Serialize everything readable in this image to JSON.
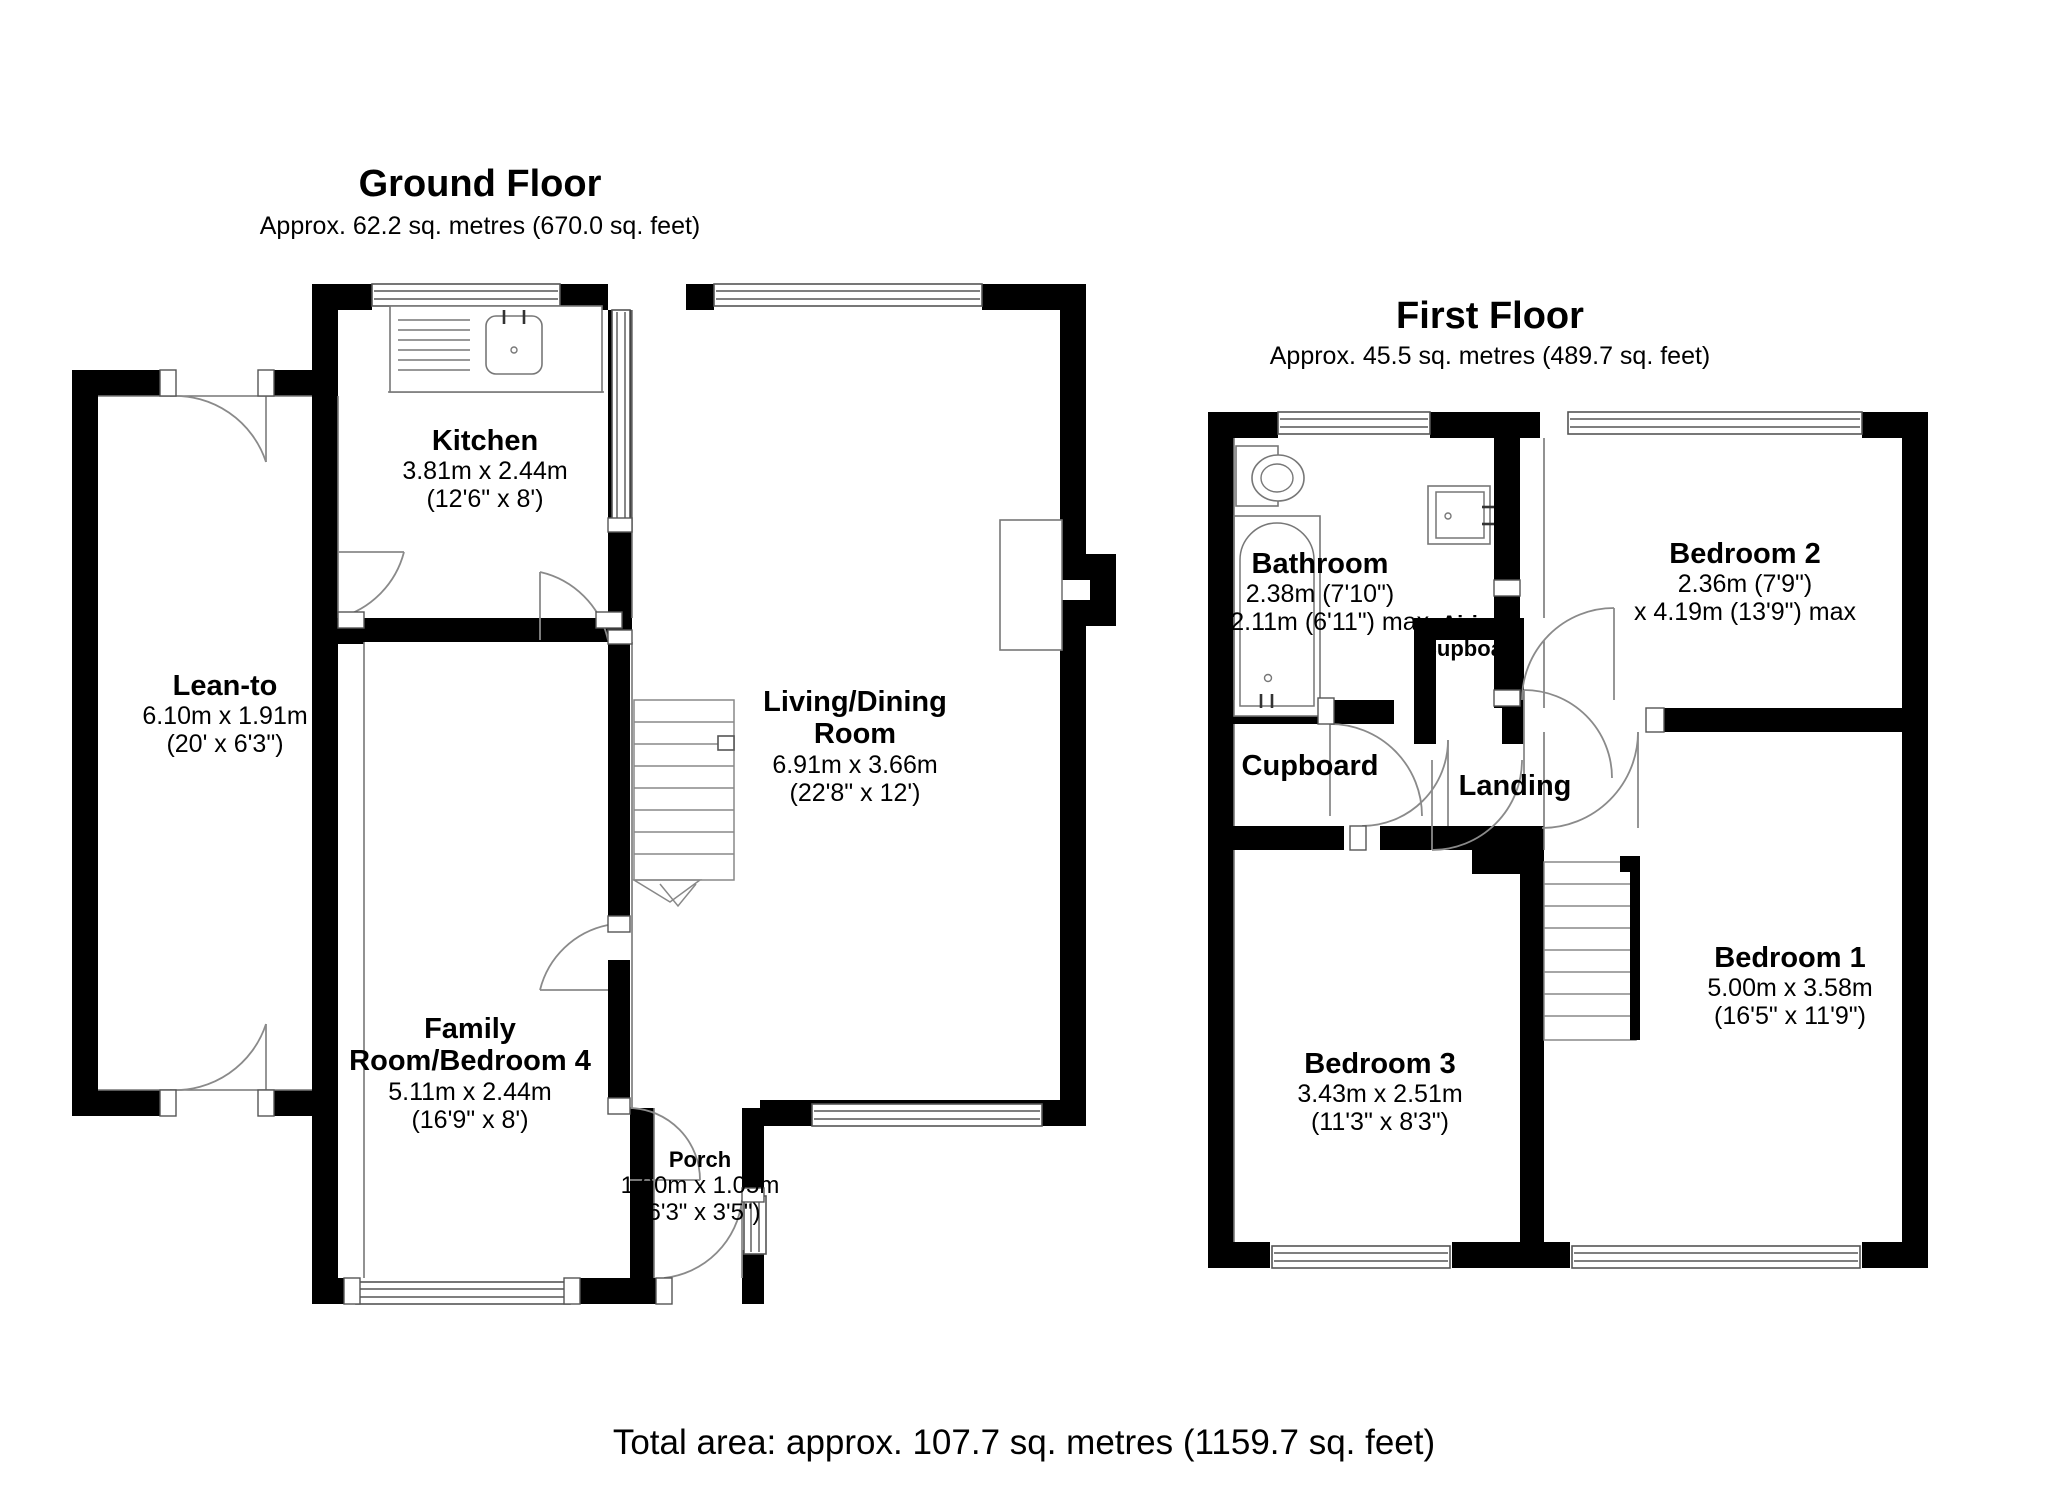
{
  "document": {
    "type": "floor-plan",
    "total_area": "Total area: approx. 107.7 sq. metres (1159.7 sq. feet)"
  },
  "colors": {
    "wall": "#000000",
    "fixture_line": "#888888",
    "background": "#ffffff",
    "text": "#000000"
  },
  "floors": [
    {
      "id": "ground",
      "title": "Ground Floor",
      "subtitle": "Approx. 62.2 sq. metres (670.0 sq. feet)",
      "rooms": [
        {
          "key": "kitchen",
          "name": "Kitchen",
          "dim_metric": "3.81m x 2.44m",
          "dim_imperial": "(12'6\" x 8')"
        },
        {
          "key": "lean-to",
          "name": "Lean-to",
          "dim_metric": "6.10m x 1.91m",
          "dim_imperial": "(20' x 6'3\")"
        },
        {
          "key": "living-dining-room",
          "name": "Living/Dining",
          "name2": "Room",
          "dim_metric": "6.91m x 3.66m",
          "dim_imperial": "(22'8\" x 12')"
        },
        {
          "key": "family-room-bedroom-4",
          "name": "Family",
          "name2": "Room/Bedroom 4",
          "dim_metric": "5.11m x 2.44m",
          "dim_imperial": "(16'9\" x 8')"
        },
        {
          "key": "porch",
          "name": "Porch",
          "dim_metric": "1.90m x 1.05m",
          "dim_imperial": "(6'3\" x 3'5\")"
        }
      ]
    },
    {
      "id": "first",
      "title": "First Floor",
      "subtitle": "Approx. 45.5 sq. metres (489.7 sq. feet)",
      "rooms": [
        {
          "key": "bathroom",
          "name": "Bathroom",
          "dim_metric": "2.38m (7'10\")",
          "dim_imperial": "x 2.11m (6'11\") max"
        },
        {
          "key": "bedroom-2",
          "name": "Bedroom 2",
          "dim_metric": "2.36m (7'9\")",
          "dim_imperial": "x 4.19m (13'9\") max"
        },
        {
          "key": "bedroom-1",
          "name": "Bedroom 1",
          "dim_metric": "5.00m x 3.58m",
          "dim_imperial": "(16'5\" x 11'9\")"
        },
        {
          "key": "bedroom-3",
          "name": "Bedroom 3",
          "dim_metric": "3.43m x 2.51m",
          "dim_imperial": "(11'3\" x 8'3\")"
        },
        {
          "key": "airing-cupboard",
          "name": "Airing",
          "name2": "Cupboard",
          "dim_metric": "",
          "dim_imperial": ""
        },
        {
          "key": "cupboard",
          "name": "Cupboard",
          "dim_metric": "",
          "dim_imperial": ""
        },
        {
          "key": "landing",
          "name": "Landing",
          "dim_metric": "",
          "dim_imperial": ""
        }
      ]
    }
  ],
  "fixtures": [
    {
      "key": "kitchen-sink",
      "label": "sink-icon"
    },
    {
      "key": "kitchen-hob",
      "label": "hob-icon"
    },
    {
      "key": "bathroom-wc",
      "label": "toilet-icon"
    },
    {
      "key": "bathroom-bath",
      "label": "bath-icon"
    },
    {
      "key": "bathroom-basin",
      "label": "basin-icon"
    },
    {
      "key": "ground-staircase",
      "label": "staircase-icon"
    },
    {
      "key": "first-staircase",
      "label": "staircase-icon"
    },
    {
      "key": "chimney-breast",
      "label": "chimney-icon"
    }
  ]
}
